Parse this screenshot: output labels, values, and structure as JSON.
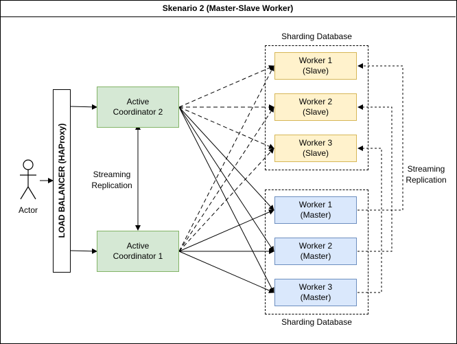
{
  "title": "Skenario 2 (Master-Slave Worker)",
  "actor": {
    "label": "Actor"
  },
  "load_balancer": {
    "label": "LOAD BALANCER (HAProxy)"
  },
  "coordinators": [
    {
      "line1": "Active",
      "line2": "Coordinator 2"
    },
    {
      "line1": "Active",
      "line2": "Coordinator 1"
    }
  ],
  "coordinator_replication": {
    "line1": "Streaming",
    "line2": "Replication"
  },
  "slave_cluster": {
    "label": "Sharding Database"
  },
  "master_cluster": {
    "label": "Sharding Database"
  },
  "slaves": [
    {
      "line1": "Worker 1",
      "line2": "(Slave)"
    },
    {
      "line1": "Worker 2",
      "line2": "(Slave)"
    },
    {
      "line1": "Worker 3",
      "line2": "(Slave)"
    }
  ],
  "masters": [
    {
      "line1": "Worker 1",
      "line2": "(Master)"
    },
    {
      "line1": "Worker 2",
      "line2": "(Master)"
    },
    {
      "line1": "Worker 3",
      "line2": "(Master)"
    }
  ],
  "worker_replication": {
    "line1": "Streaming",
    "line2": "Replication"
  },
  "colors": {
    "coordinator_fill": "#d5e8d4",
    "coordinator_stroke": "#82b366",
    "slave_fill": "#fff2cc",
    "slave_stroke": "#d6b656",
    "master_fill": "#dae8fc",
    "master_stroke": "#6c8ebf"
  }
}
